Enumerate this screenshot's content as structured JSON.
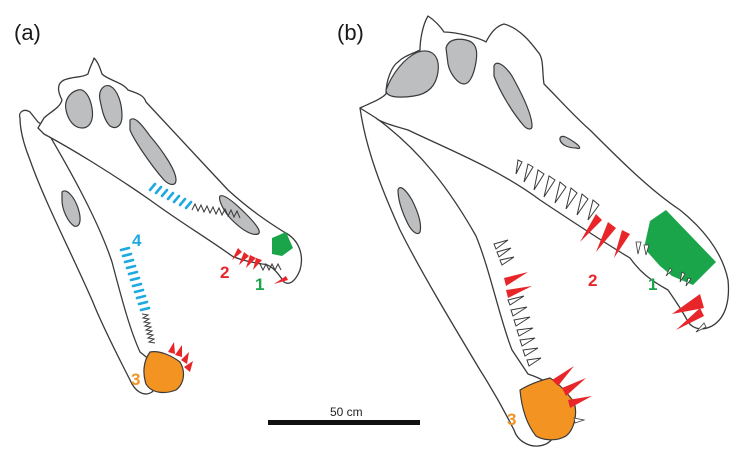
{
  "figure": {
    "panels": [
      {
        "id": "a",
        "label": "(a)"
      },
      {
        "id": "b",
        "label": "(b)"
      }
    ],
    "regions": [
      {
        "number": "1",
        "color": "#1aa54a"
      },
      {
        "number": "2",
        "color": "#e8262a"
      },
      {
        "number": "3",
        "color": "#f39322"
      },
      {
        "number": "4",
        "color": "#1fa9e1"
      }
    ],
    "colors": {
      "outline": "#3a3a3a",
      "fenestra": "#bcbec0",
      "green": "#1aa54a",
      "red": "#e8262a",
      "orange": "#f39322",
      "blue": "#1fa9e1"
    },
    "scale_bar": {
      "label": "50 cm",
      "value": 50,
      "unit": "cm"
    }
  }
}
